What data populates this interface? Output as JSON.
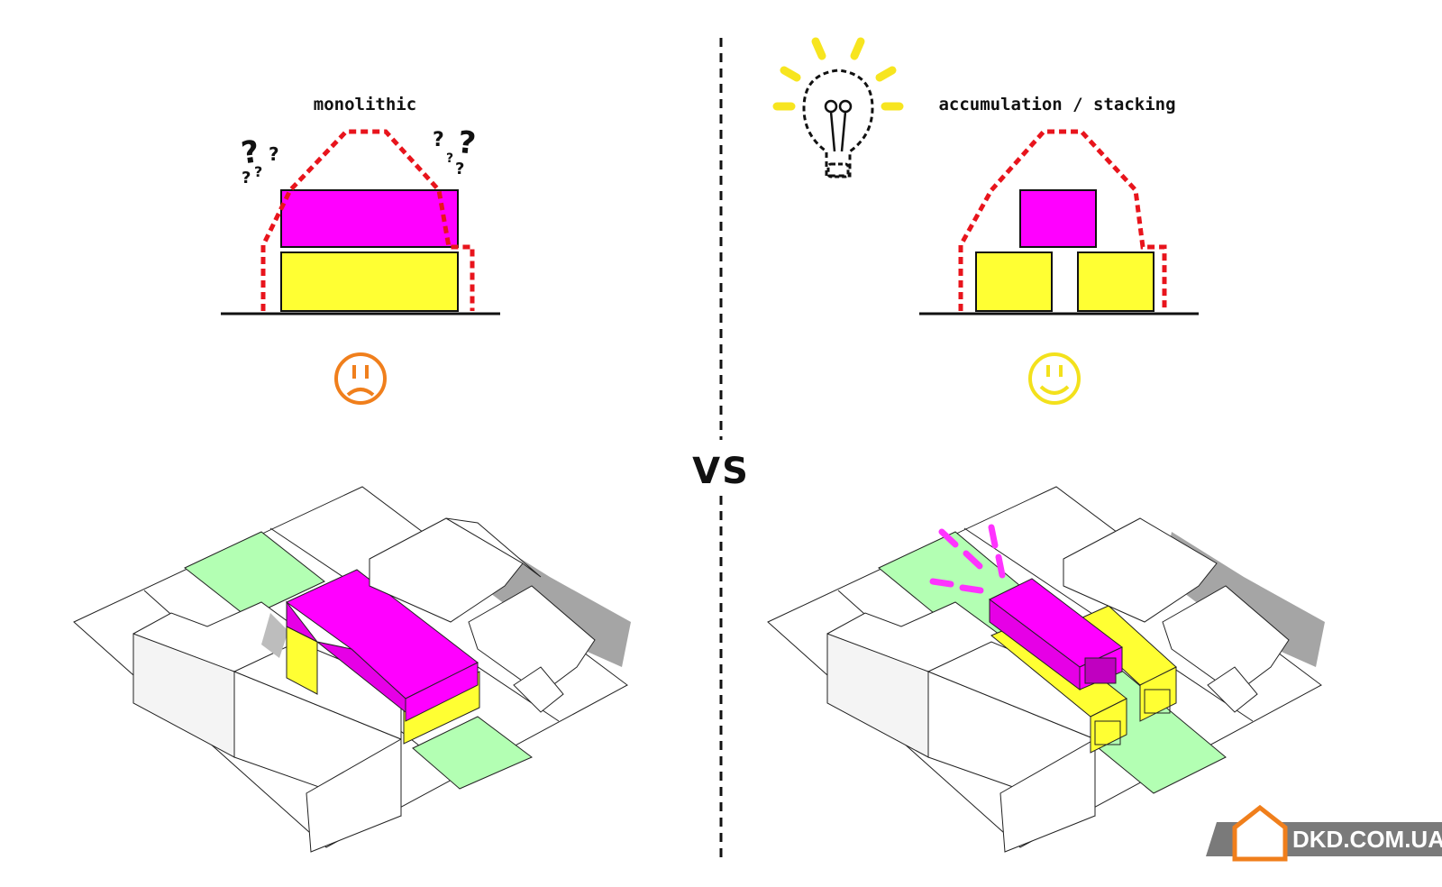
{
  "left_panel": {
    "title": "monolithic",
    "face": "sad-face-icon",
    "face_color": "#f07f1c"
  },
  "right_panel": {
    "title": "accumulation / stacking",
    "face": "smiley-face-icon",
    "face_color": "#f3e11c"
  },
  "divider_label": "VS",
  "question_marks": [
    "?",
    "?",
    "?",
    "?",
    "?",
    "?",
    "?",
    "?"
  ],
  "watermark": {
    "text": "DKD.COM.UA",
    "logo": "house-logo-icon"
  },
  "colors": {
    "magenta": "#ff00ff",
    "yellow": "#ffff33",
    "outline_red": "#e8141c",
    "green": "#b3ffb3",
    "bulb_yellow": "#f7e51f"
  }
}
